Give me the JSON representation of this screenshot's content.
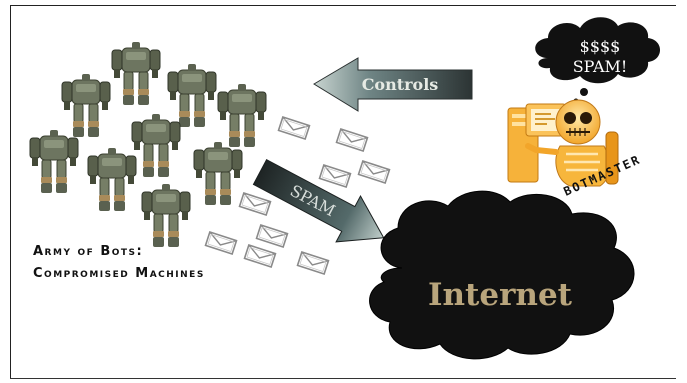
{
  "arrows": {
    "controls_label": "Controls",
    "spam_label": "SPAM"
  },
  "cloud_internet": {
    "label": "Internet"
  },
  "cloud_thought": {
    "line1": "$$$$",
    "line2": "SPAM!"
  },
  "botmaster": {
    "label": "BOTMASTER"
  },
  "bots": {
    "label_line1": "Army of Bots:",
    "label_line2": "Compromised Machines"
  },
  "colors": {
    "arrow_gradient_dark": "#2f3a3a",
    "arrow_gradient_light": "#8fa8a8",
    "internet_text": "#b9a57c",
    "cloud_fill": "#111111",
    "robot_body": "#6f7760",
    "envelope_stroke": "#8a8a8a",
    "botmaster_orange": "#f0a020"
  }
}
